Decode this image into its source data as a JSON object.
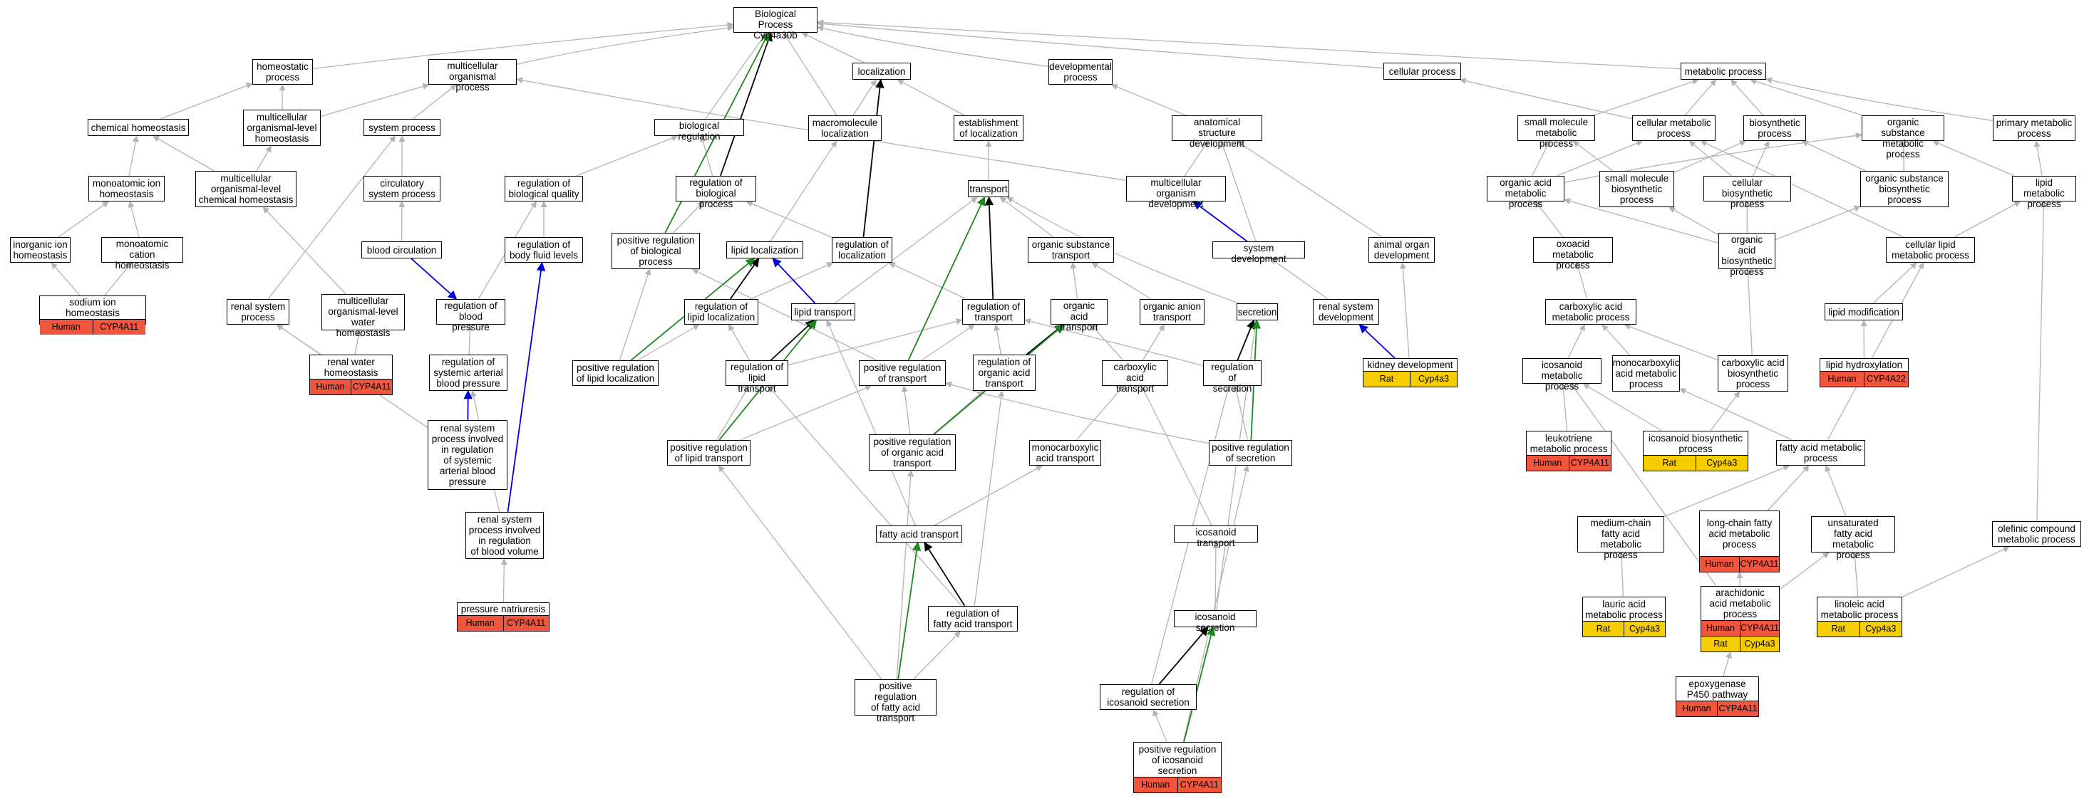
{
  "nodes": {
    "bp": "Biological Process\nCyp4a30b",
    "homeostatic": "homeostatic\nprocess",
    "multicellular": "multicellular\norganismal process",
    "localization": "localization",
    "developmental": "developmental\nprocess",
    "cellular_process": "cellular process",
    "metabolic_process": "metabolic process",
    "chem_homeo": "chemical homeostasis",
    "mc_org_homeo": "multicellular\norganismal-level\nhomeostasis",
    "system_process": "system process",
    "bio_regulation": "biological regulation",
    "macromolecule_loc": "macromolecule\nlocalization",
    "estab_loc": "establishment\nof localization",
    "anat_dev": "anatomical structure\ndevelopment",
    "small_mol_met": "small molecule\nmetabolic process",
    "cell_met": "cellular metabolic\nprocess",
    "biosynthetic": "biosynthetic\nprocess",
    "org_sub_met": "organic substance\nmetabolic process",
    "primary_met": "primary metabolic\nprocess",
    "monoatomic_ion_homeo": "monoatomic ion\nhomeostasis",
    "mc_chem_homeo": "multicellular\norganismal-level\nchemical homeostasis",
    "circulatory": "circulatory\nsystem process",
    "reg_bio_quality": "regulation of\nbiological quality",
    "reg_bio_process": "regulation of\nbiological process",
    "transport": "transport",
    "mc_org_dev": "multicellular\norganism development",
    "org_acid_met": "organic acid\nmetabolic process",
    "small_mol_bio": "small molecule\nbiosynthetic\nprocess",
    "cell_bio": "cellular biosynthetic\nprocess",
    "org_sub_bio": "organic substance\nbiosynthetic\nprocess",
    "lipid_met": "lipid metabolic\nprocess",
    "inorg_ion": "inorganic ion\nhomeostasis",
    "monoatomic_cation": "monoatomic cation\nhomeostasis",
    "blood_circ": "blood circulation",
    "reg_body_fluid": "regulation of\nbody fluid levels",
    "pos_reg_bio": "positive regulation\nof biological\nprocess",
    "lipid_loc": "lipid localization",
    "reg_loc": "regulation of\nlocalization",
    "org_sub_transport": "organic substance\ntransport",
    "system_dev": "system development",
    "animal_organ_dev": "animal organ\ndevelopment",
    "oxoacid_met": "oxoacid metabolic\nprocess",
    "org_acid_bio": "organic acid\nbiosynthetic\nprocess",
    "cell_lipid_met": "cellular lipid\nmetabolic process",
    "sodium_homeo": "sodium ion homeostasis",
    "renal_system_process": "renal system\nprocess",
    "mc_water_homeo": "multicellular\norganismal-level\nwater homeostasis",
    "reg_blood_pressure": "regulation of\nblood pressure",
    "reg_lipid_loc": "regulation of\nlipid localization",
    "lipid_transport": "lipid transport",
    "reg_transport": "regulation of\ntransport",
    "org_acid_transport": "organic acid\ntransport",
    "org_anion_transport": "organic anion\ntransport",
    "secretion": "secretion",
    "renal_sys_dev": "renal system\ndevelopment",
    "carboxylic_met": "carboxylic acid\nmetabolic process",
    "lipid_mod": "lipid modification",
    "renal_water_homeo": "renal water\nhomeostasis",
    "reg_sys_arterial": "regulation of\nsystemic arterial\nblood pressure",
    "pos_reg_lipid_loc": "positive regulation\nof lipid localization",
    "reg_lipid_transport": "regulation of\nlipid transport",
    "pos_reg_transport": "positive regulation\nof transport",
    "reg_org_acid_transport": "regulation of\norganic acid\ntransport",
    "carboxylic_transport": "carboxylic acid\ntransport",
    "reg_secretion": "regulation of\nsecretion",
    "kidney_dev": "kidney development",
    "icosanoid_met": "icosanoid metabolic\nprocess",
    "monocarboxylic_met": "monocarboxylic\nacid metabolic\nprocess",
    "carboxylic_bio": "carboxylic acid\nbiosynthetic\nprocess",
    "lipid_hydrox": "lipid hydroxylation",
    "renal_sys_involved": "renal system\nprocess involved\nin regulation\nof systemic\narterial blood\npressure",
    "pos_reg_lipid_transport": "positive regulation\nof lipid transport",
    "pos_reg_org_acid": "positive regulation\nof organic acid\ntransport",
    "monocarboxylic_transport": "monocarboxylic\nacid transport",
    "pos_reg_secretion": "positive regulation\nof secretion",
    "leukotriene": "leukotriene\nmetabolic process",
    "icosanoid_bio": "icosanoid biosynthetic\nprocess",
    "fatty_acid_met": "fatty acid metabolic\nprocess",
    "renal_blood_volume": "renal system\nprocess involved\nin regulation\nof blood volume",
    "fatty_acid_transport": "fatty acid transport",
    "icosanoid_transport": "icosanoid transport",
    "medium_chain": "medium-chain\nfatty acid metabolic\nprocess",
    "long_chain": "long-chain fatty\nacid metabolic\nprocess",
    "unsaturated": "unsaturated\nfatty acid metabolic\nprocess",
    "olefinic": "olefinic compound\nmetabolic process",
    "pressure_natriuresis": "pressure natriuresis",
    "reg_fatty_acid_transport": "regulation of\nfatty acid transport",
    "icosanoid_secretion": "icosanoid secretion",
    "lauric": "lauric acid\nmetabolic process",
    "arachidonic": "arachidonic\nacid metabolic\nprocess",
    "linoleic": "linoleic acid\nmetabolic process",
    "pos_reg_fatty_acid": "positive regulation\nof fatty acid\ntransport",
    "reg_icosanoid_secretion": "regulation of\nicosanoid secretion",
    "epoxygenase": "epoxygenase\nP450 pathway",
    "pos_reg_icosanoid": "positive regulation\nof icosanoid\nsecretion"
  },
  "annotations": {
    "sodium_homeo": [
      {
        "species": "Human",
        "gene": "CYP4A11"
      }
    ],
    "renal_water_homeo": [
      {
        "species": "Human",
        "gene": "CYP4A11"
      }
    ],
    "kidney_dev": [
      {
        "species": "Rat",
        "gene": "Cyp4a3"
      }
    ],
    "lipid_hydrox": [
      {
        "species": "Human",
        "gene": "CYP4A22"
      }
    ],
    "leukotriene": [
      {
        "species": "Human",
        "gene": "CYP4A11"
      }
    ],
    "icosanoid_bio": [
      {
        "species": "Rat",
        "gene": "Cyp4a3"
      }
    ],
    "long_chain": [
      {
        "species": "Human",
        "gene": "CYP4A11"
      }
    ],
    "pressure_natriuresis": [
      {
        "species": "Human",
        "gene": "CYP4A11"
      }
    ],
    "lauric": [
      {
        "species": "Rat",
        "gene": "Cyp4a3"
      }
    ],
    "arachidonic": [
      {
        "species": "Human",
        "gene": "CYP4A11"
      },
      {
        "species": "Rat",
        "gene": "Cyp4a3"
      }
    ],
    "linoleic": [
      {
        "species": "Rat",
        "gene": "Cyp4a3"
      }
    ],
    "epoxygenase": [
      {
        "species": "Human",
        "gene": "CYP4A11"
      }
    ],
    "pos_reg_icosanoid": [
      {
        "species": "Human",
        "gene": "CYP4A11"
      }
    ]
  },
  "edge_colors": {
    "is_a": "#b4b4b4",
    "regulates": "#000000",
    "positively_regulates": "#1a8a1a",
    "part_of": "#0000e0"
  },
  "edges": [
    [
      "homeostatic",
      "bp",
      "is_a"
    ],
    [
      "multicellular",
      "bp",
      "is_a"
    ],
    [
      "localization",
      "bp",
      "is_a"
    ],
    [
      "developmental",
      "bp",
      "is_a"
    ],
    [
      "cellular_process",
      "bp",
      "is_a"
    ],
    [
      "metabolic_process",
      "bp",
      "is_a"
    ],
    [
      "bio_regulation",
      "bp",
      "is_a"
    ],
    [
      "macromolecule_loc",
      "bp",
      "is_a"
    ],
    [
      "chem_homeo",
      "homeostatic",
      "is_a"
    ],
    [
      "mc_org_homeo",
      "homeostatic",
      "is_a"
    ],
    [
      "mc_org_homeo",
      "multicellular",
      "is_a"
    ],
    [
      "system_process",
      "multicellular",
      "is_a"
    ],
    [
      "mc_org_dev",
      "multicellular",
      "is_a"
    ],
    [
      "macromolecule_loc",
      "localization",
      "is_a"
    ],
    [
      "estab_loc",
      "localization",
      "is_a"
    ],
    [
      "anat_dev",
      "developmental",
      "is_a"
    ],
    [
      "small_mol_met",
      "metabolic_process",
      "is_a"
    ],
    [
      "cell_met",
      "metabolic_process",
      "is_a"
    ],
    [
      "biosynthetic",
      "metabolic_process",
      "is_a"
    ],
    [
      "org_sub_met",
      "metabolic_process",
      "is_a"
    ],
    [
      "primary_met",
      "metabolic_process",
      "is_a"
    ],
    [
      "cell_met",
      "cellular_process",
      "is_a"
    ],
    [
      "monoatomic_ion_homeo",
      "chem_homeo",
      "is_a"
    ],
    [
      "mc_chem_homeo",
      "chem_homeo",
      "is_a"
    ],
    [
      "mc_chem_homeo",
      "mc_org_homeo",
      "is_a"
    ],
    [
      "circulatory",
      "system_process",
      "is_a"
    ],
    [
      "renal_system_process",
      "system_process",
      "is_a"
    ],
    [
      "reg_bio_quality",
      "bio_regulation",
      "is_a"
    ],
    [
      "reg_bio_process",
      "bio_regulation",
      "is_a"
    ],
    [
      "transport",
      "estab_loc",
      "is_a"
    ],
    [
      "mc_org_dev",
      "anat_dev",
      "is_a"
    ],
    [
      "system_dev",
      "anat_dev",
      "is_a"
    ],
    [
      "animal_organ_dev",
      "anat_dev",
      "is_a"
    ],
    [
      "org_acid_met",
      "small_mol_met",
      "is_a"
    ],
    [
      "small_mol_bio",
      "small_mol_met",
      "is_a"
    ],
    [
      "small_mol_bio",
      "biosynthetic",
      "is_a"
    ],
    [
      "cell_bio",
      "cell_met",
      "is_a"
    ],
    [
      "cell_bio",
      "biosynthetic",
      "is_a"
    ],
    [
      "org_sub_bio",
      "org_sub_met",
      "is_a"
    ],
    [
      "org_sub_bio",
      "biosynthetic",
      "is_a"
    ],
    [
      "lipid_met",
      "org_sub_met",
      "is_a"
    ],
    [
      "lipid_met",
      "primary_met",
      "is_a"
    ],
    [
      "org_acid_met",
      "org_sub_met",
      "is_a"
    ],
    [
      "org_acid_met",
      "cell_met",
      "is_a"
    ],
    [
      "cell_lipid_met",
      "cell_met",
      "is_a"
    ],
    [
      "cell_lipid_met",
      "lipid_met",
      "is_a"
    ],
    [
      "inorg_ion",
      "monoatomic_ion_homeo",
      "is_a"
    ],
    [
      "monoatomic_cation",
      "monoatomic_ion_homeo",
      "is_a"
    ],
    [
      "blood_circ",
      "circulatory",
      "is_a"
    ],
    [
      "reg_body_fluid",
      "reg_bio_quality",
      "is_a"
    ],
    [
      "reg_blood_pressure",
      "reg_bio_quality",
      "is_a"
    ],
    [
      "pos_reg_bio",
      "reg_bio_process",
      "is_a"
    ],
    [
      "reg_loc",
      "reg_bio_process",
      "is_a"
    ],
    [
      "lipid_loc",
      "macromolecule_loc",
      "is_a"
    ],
    [
      "org_sub_transport",
      "transport",
      "is_a"
    ],
    [
      "lipid_transport",
      "transport",
      "is_a"
    ],
    [
      "oxoacid_met",
      "org_acid_met",
      "is_a"
    ],
    [
      "org_acid_bio",
      "org_acid_met",
      "is_a"
    ],
    [
      "org_acid_bio",
      "small_mol_bio",
      "is_a"
    ],
    [
      "org_acid_bio",
      "cell_bio",
      "is_a"
    ],
    [
      "org_acid_bio",
      "org_sub_bio",
      "is_a"
    ],
    [
      "sodium_homeo",
      "inorg_ion",
      "is_a"
    ],
    [
      "sodium_homeo",
      "monoatomic_cation",
      "is_a"
    ],
    [
      "mc_water_homeo",
      "mc_chem_homeo",
      "is_a"
    ],
    [
      "renal_water_homeo",
      "mc_water_homeo",
      "is_a"
    ],
    [
      "renal_water_homeo",
      "renal_system_process",
      "is_a"
    ],
    [
      "reg_lipid_loc",
      "reg_loc",
      "is_a"
    ],
    [
      "reg_transport",
      "reg_loc",
      "is_a"
    ],
    [
      "reg_lipid_loc",
      "lipid_loc",
      "is_a"
    ],
    [
      "org_acid_transport",
      "org_sub_transport",
      "is_a"
    ],
    [
      "org_anion_transport",
      "org_sub_transport",
      "is_a"
    ],
    [
      "secretion",
      "transport",
      "is_a"
    ],
    [
      "renal_sys_dev",
      "system_dev",
      "is_a"
    ],
    [
      "kidney_dev",
      "animal_organ_dev",
      "is_a"
    ],
    [
      "carboxylic_met",
      "oxoacid_met",
      "is_a"
    ],
    [
      "lipid_mod",
      "cell_lipid_met",
      "is_a"
    ],
    [
      "reg_sys_arterial",
      "reg_blood_pressure",
      "is_a"
    ],
    [
      "pos_reg_lipid_loc",
      "reg_lipid_loc",
      "is_a"
    ],
    [
      "pos_reg_lipid_loc",
      "pos_reg_bio",
      "is_a"
    ],
    [
      "reg_lipid_transport",
      "reg_transport",
      "is_a"
    ],
    [
      "reg_lipid_transport",
      "reg_lipid_loc",
      "is_a"
    ],
    [
      "pos_reg_transport",
      "reg_transport",
      "is_a"
    ],
    [
      "pos_reg_transport",
      "pos_reg_bio",
      "is_a"
    ],
    [
      "reg_org_acid_transport",
      "reg_transport",
      "is_a"
    ],
    [
      "carboxylic_transport",
      "org_acid_transport",
      "is_a"
    ],
    [
      "carboxylic_transport",
      "org_anion_transport",
      "is_a"
    ],
    [
      "reg_secretion",
      "reg_transport",
      "is_a"
    ],
    [
      "icosanoid_met",
      "carboxylic_met",
      "is_a"
    ],
    [
      "monocarboxylic_met",
      "carboxylic_met",
      "is_a"
    ],
    [
      "carboxylic_bio",
      "carboxylic_met",
      "is_a"
    ],
    [
      "carboxylic_bio",
      "org_acid_bio",
      "is_a"
    ],
    [
      "lipid_hydrox",
      "lipid_mod",
      "is_a"
    ],
    [
      "renal_sys_involved",
      "renal_system_process",
      "is_a"
    ],
    [
      "pos_reg_lipid_transport",
      "reg_lipid_transport",
      "is_a"
    ],
    [
      "pos_reg_lipid_transport",
      "pos_reg_transport",
      "is_a"
    ],
    [
      "pos_reg_org_acid",
      "reg_org_acid_transport",
      "is_a"
    ],
    [
      "pos_reg_org_acid",
      "pos_reg_transport",
      "is_a"
    ],
    [
      "monocarboxylic_transport",
      "carboxylic_transport",
      "is_a"
    ],
    [
      "pos_reg_secretion",
      "reg_secretion",
      "is_a"
    ],
    [
      "pos_reg_secretion",
      "pos_reg_transport",
      "is_a"
    ],
    [
      "leukotriene",
      "icosanoid_met",
      "is_a"
    ],
    [
      "icosanoid_bio",
      "icosanoid_met",
      "is_a"
    ],
    [
      "icosanoid_bio",
      "carboxylic_bio",
      "is_a"
    ],
    [
      "fatty_acid_met",
      "monocarboxylic_met",
      "is_a"
    ],
    [
      "fatty_acid_met",
      "cell_lipid_met",
      "is_a"
    ],
    [
      "renal_blood_volume",
      "reg_sys_arterial",
      "is_a"
    ],
    [
      "fatty_acid_transport",
      "monocarboxylic_transport",
      "is_a"
    ],
    [
      "fatty_acid_transport",
      "lipid_transport",
      "is_a"
    ],
    [
      "icosanoid_transport",
      "carboxylic_transport",
      "is_a"
    ],
    [
      "medium_chain",
      "fatty_acid_met",
      "is_a"
    ],
    [
      "long_chain",
      "fatty_acid_met",
      "is_a"
    ],
    [
      "unsaturated",
      "fatty_acid_met",
      "is_a"
    ],
    [
      "olefinic",
      "lipid_met",
      "is_a"
    ],
    [
      "pressure_natriuresis",
      "renal_blood_volume",
      "is_a"
    ],
    [
      "reg_fatty_acid_transport",
      "reg_lipid_transport",
      "is_a"
    ],
    [
      "reg_fatty_acid_transport",
      "reg_org_acid_transport",
      "is_a"
    ],
    [
      "icosanoid_secretion",
      "icosanoid_transport",
      "is_a"
    ],
    [
      "icosanoid_secretion",
      "secretion",
      "is_a"
    ],
    [
      "lauric",
      "medium_chain",
      "is_a"
    ],
    [
      "arachidonic",
      "long_chain",
      "is_a"
    ],
    [
      "arachidonic",
      "unsaturated",
      "is_a"
    ],
    [
      "arachidonic",
      "icosanoid_met",
      "is_a"
    ],
    [
      "linoleic",
      "unsaturated",
      "is_a"
    ],
    [
      "linoleic",
      "olefinic",
      "is_a"
    ],
    [
      "pos_reg_fatty_acid",
      "reg_fatty_acid_transport",
      "is_a"
    ],
    [
      "pos_reg_fatty_acid",
      "pos_reg_lipid_transport",
      "is_a"
    ],
    [
      "pos_reg_fatty_acid",
      "pos_reg_org_acid",
      "is_a"
    ],
    [
      "reg_icosanoid_secretion",
      "reg_secretion",
      "is_a"
    ],
    [
      "epoxygenase",
      "arachidonic",
      "is_a"
    ],
    [
      "pos_reg_icosanoid",
      "reg_icosanoid_secretion",
      "is_a"
    ],
    [
      "pos_reg_icosanoid",
      "pos_reg_secretion",
      "is_a"
    ],
    [
      "reg_bio_process",
      "bp",
      "regulates"
    ],
    [
      "reg_loc",
      "localization",
      "regulates"
    ],
    [
      "reg_lipid_loc",
      "lipid_loc",
      "regulates"
    ],
    [
      "reg_transport",
      "transport",
      "regulates"
    ],
    [
      "reg_lipid_transport",
      "lipid_transport",
      "regulates"
    ],
    [
      "reg_org_acid_transport",
      "org_acid_transport",
      "regulates"
    ],
    [
      "reg_secretion",
      "secretion",
      "regulates"
    ],
    [
      "reg_fatty_acid_transport",
      "fatty_acid_transport",
      "regulates"
    ],
    [
      "reg_icosanoid_secretion",
      "icosanoid_secretion",
      "regulates"
    ],
    [
      "pos_reg_bio",
      "bp",
      "positively_regulates"
    ],
    [
      "pos_reg_lipid_loc",
      "lipid_loc",
      "positively_regulates"
    ],
    [
      "pos_reg_transport",
      "transport",
      "positively_regulates"
    ],
    [
      "pos_reg_lipid_transport",
      "lipid_transport",
      "positively_regulates"
    ],
    [
      "pos_reg_org_acid",
      "org_acid_transport",
      "positively_regulates"
    ],
    [
      "pos_reg_secretion",
      "secretion",
      "positively_regulates"
    ],
    [
      "pos_reg_fatty_acid",
      "fatty_acid_transport",
      "positively_regulates"
    ],
    [
      "pos_reg_icosanoid",
      "icosanoid_secretion",
      "positively_regulates"
    ],
    [
      "blood_circ",
      "reg_blood_pressure",
      "part_of"
    ],
    [
      "lipid_transport",
      "lipid_loc",
      "part_of"
    ],
    [
      "system_dev",
      "mc_org_dev",
      "part_of"
    ],
    [
      "renal_sys_involved",
      "reg_sys_arterial",
      "part_of"
    ],
    [
      "renal_blood_volume",
      "reg_body_fluid",
      "part_of"
    ],
    [
      "kidney_dev",
      "renal_sys_dev",
      "part_of"
    ]
  ]
}
